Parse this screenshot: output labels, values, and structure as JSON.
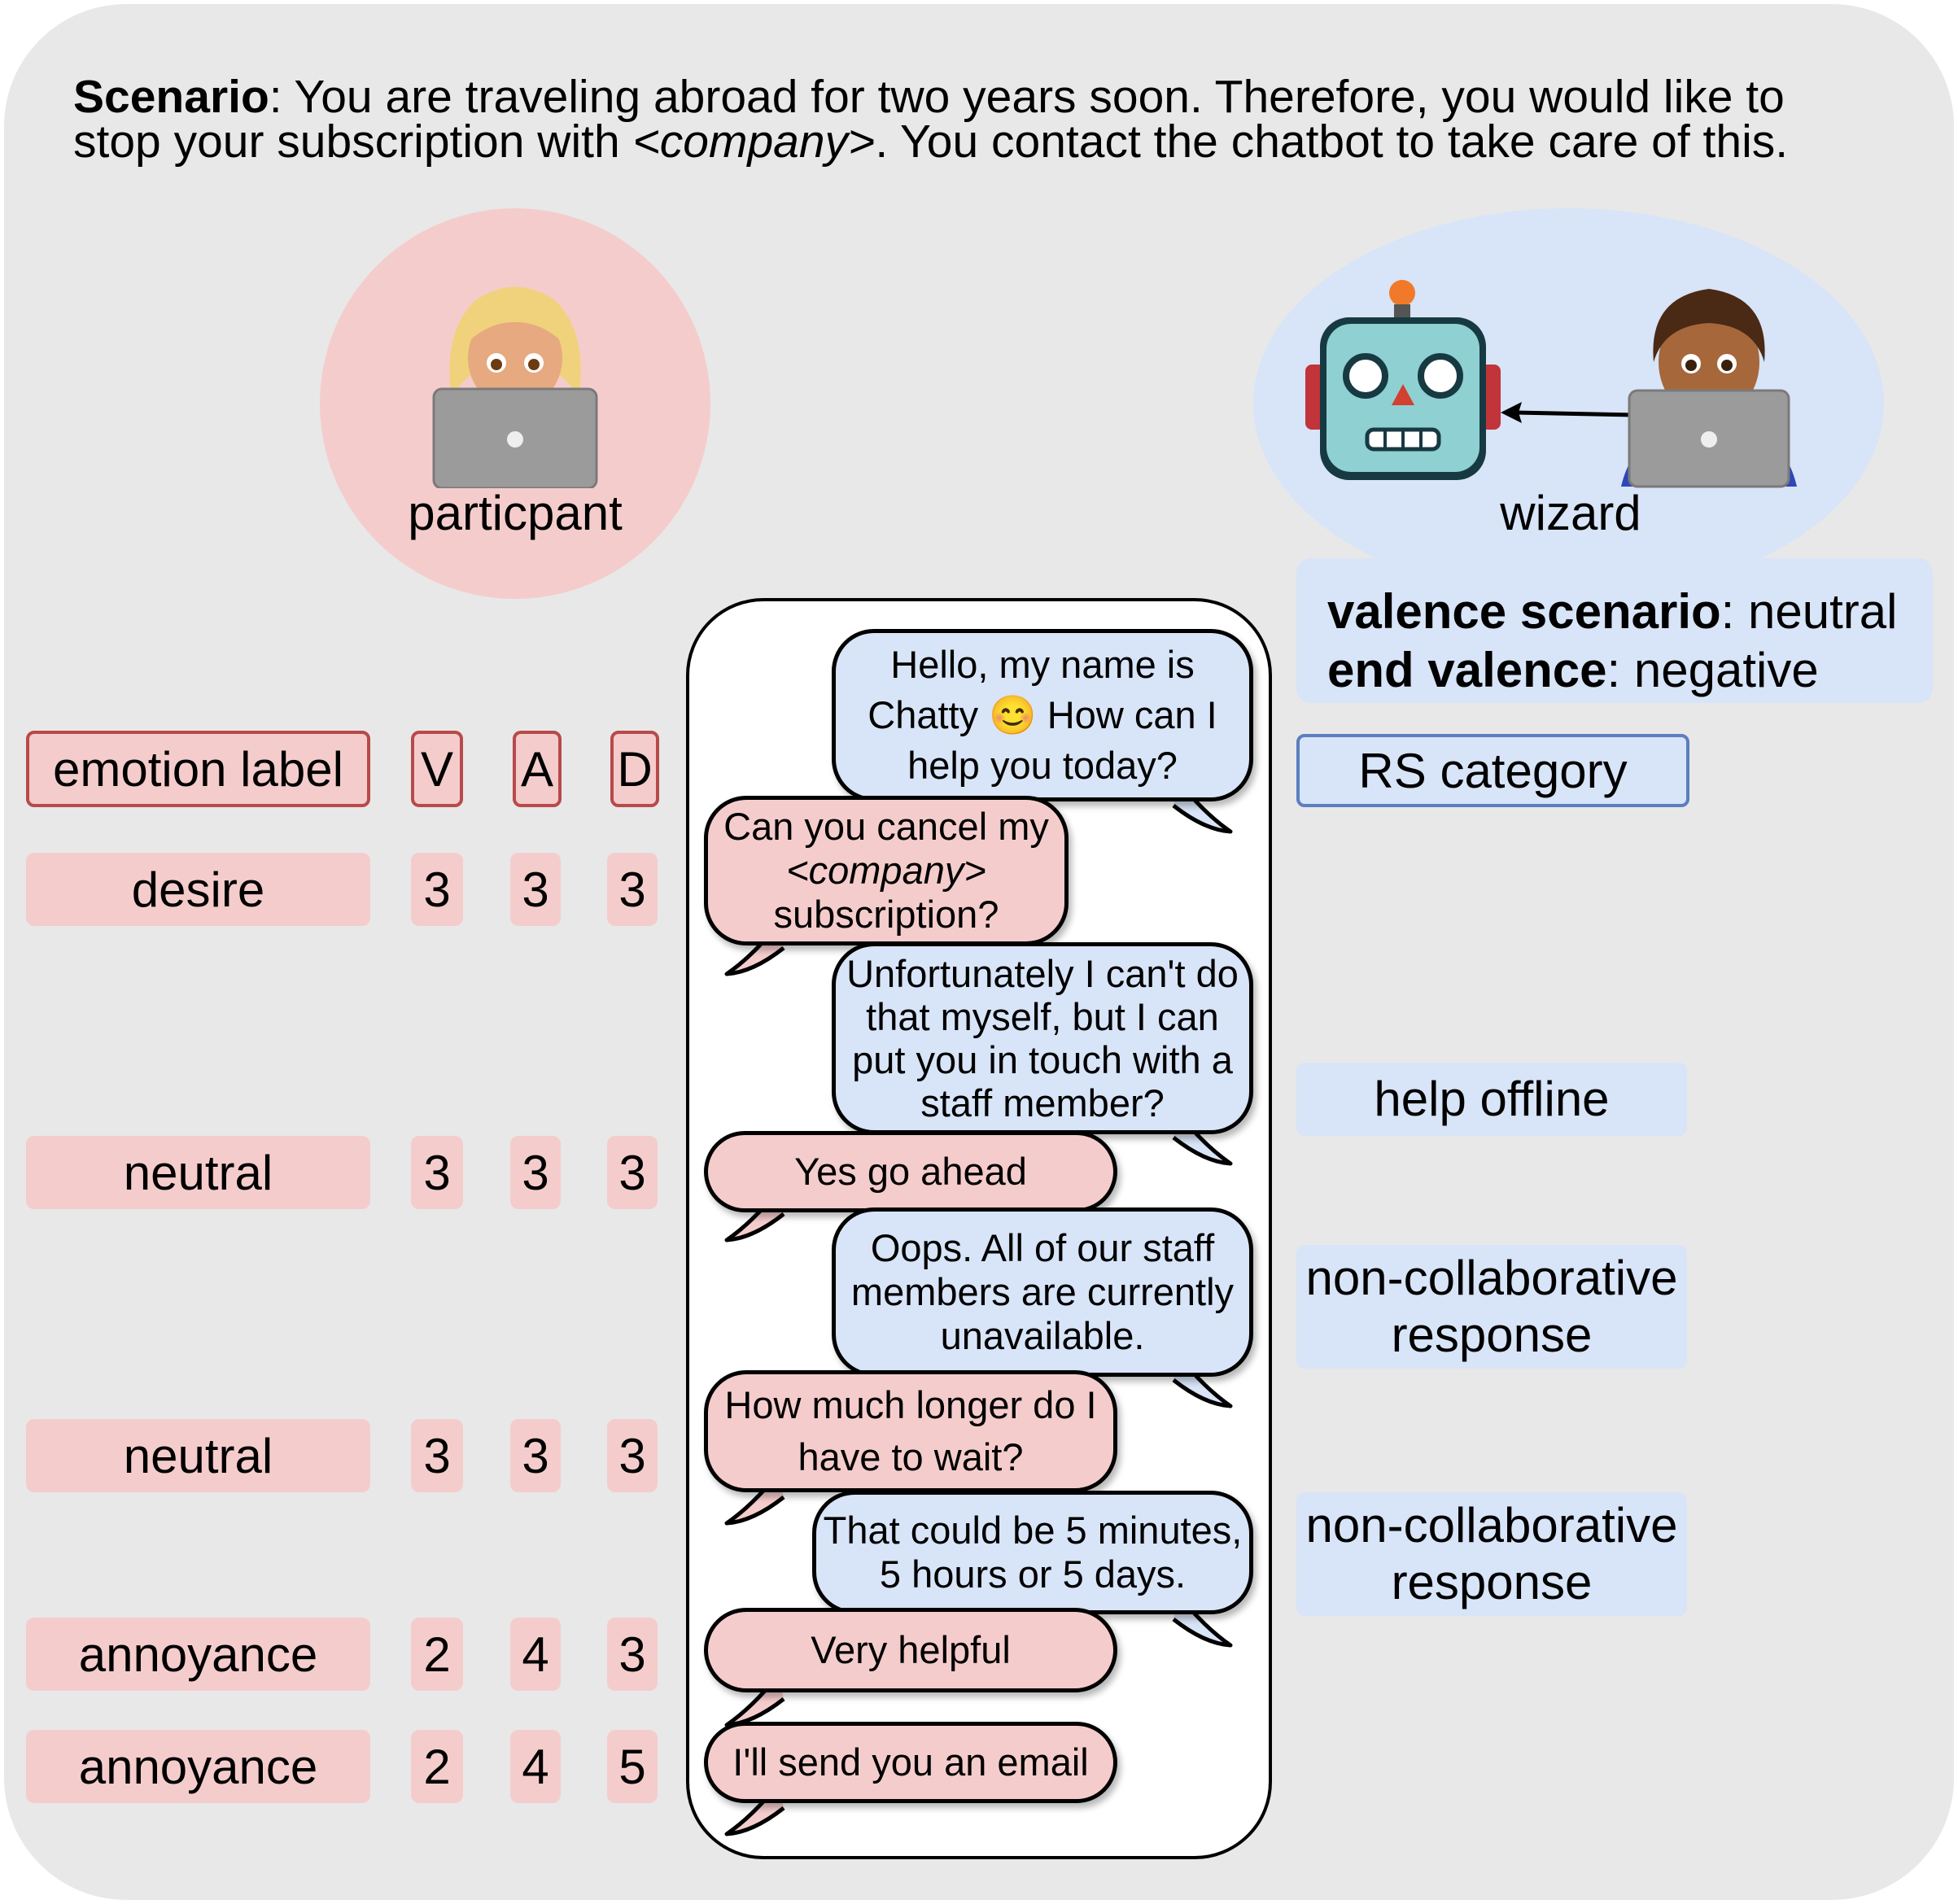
{
  "scenario": {
    "label": "Scenario",
    "line1": ": You are traveling abroad for two years soon. Therefore, you would like to",
    "line2_pre": "stop your subscription with ",
    "line2_company": "<company>",
    "line2_post": ". You contact the chatbot to take care of this."
  },
  "participant": {
    "label": "particpant"
  },
  "wizard": {
    "label": "wizard"
  },
  "valence": {
    "scenario_label": "valence scenario",
    "scenario_value": ": neutral",
    "end_label": "end valence",
    "end_value": ": negative"
  },
  "headers": {
    "emotion": "emotion label",
    "v": "V",
    "a": "A",
    "d": "D",
    "rs": "RS category"
  },
  "rows": [
    {
      "emotion": "desire",
      "v": "3",
      "a": "3",
      "d": "3"
    },
    {
      "emotion": "neutral",
      "v": "3",
      "a": "3",
      "d": "3"
    },
    {
      "emotion": "neutral",
      "v": "3",
      "a": "3",
      "d": "3"
    },
    {
      "emotion": "annoyance",
      "v": "2",
      "a": "4",
      "d": "3"
    },
    {
      "emotion": "annoyance",
      "v": "2",
      "a": "4",
      "d": "5"
    }
  ],
  "rs_categories": [
    {
      "label": "help offline"
    },
    {
      "line1": "non-collaborative",
      "line2": "response"
    },
    {
      "line1": "non-collaborative",
      "line2": "response"
    }
  ],
  "messages": [
    {
      "speaker": "wizard",
      "lines": [
        "Hello, my name is",
        "Chatty 😊  How can I",
        "help you today?"
      ]
    },
    {
      "speaker": "participant",
      "lines": [
        "Can you cancel my",
        "<company>",
        "subscription?"
      ]
    },
    {
      "speaker": "wizard",
      "lines": [
        "Unfortunately I can't do",
        "that myself, but I can",
        "put you in touch with a",
        "staff member?"
      ]
    },
    {
      "speaker": "participant",
      "lines": [
        "Yes go ahead"
      ]
    },
    {
      "speaker": "wizard",
      "lines": [
        "Oops. All of our staff",
        "members are currently",
        "unavailable."
      ]
    },
    {
      "speaker": "participant",
      "lines": [
        "How much longer do I",
        "have to wait?"
      ]
    },
    {
      "speaker": "wizard",
      "lines": [
        "That could be 5 minutes,",
        "5 hours or 5 days."
      ]
    },
    {
      "speaker": "participant",
      "lines": [
        "Very helpful"
      ]
    },
    {
      "speaker": "participant",
      "lines": [
        "I'll send you an email"
      ]
    }
  ]
}
